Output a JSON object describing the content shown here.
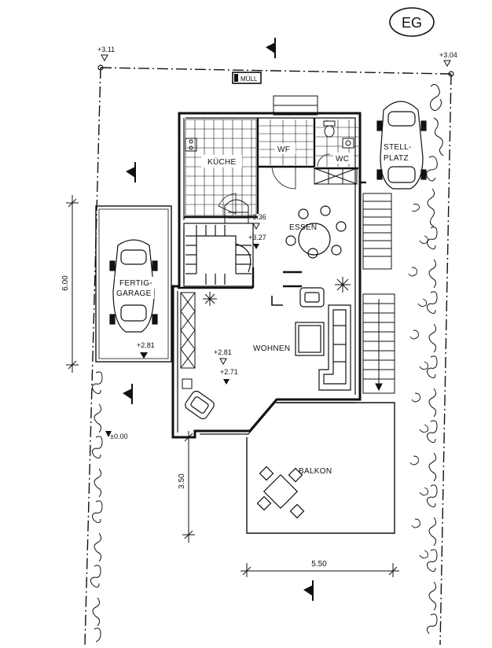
{
  "floor_badge": "EG",
  "levels": {
    "corner_left": "+3.11",
    "corner_right": "+3.04",
    "kitchen_a": "+3.36",
    "kitchen_b": "+3.27",
    "garage": "+2.81",
    "living_a": "+2.81",
    "living_b": "+2.71",
    "ground": "±0.00"
  },
  "labels": {
    "muell": "MÜLL",
    "kueche": "KÜCHE",
    "wf": "WF",
    "wc": "WC",
    "essen": "ESSEN",
    "wohnen": "WOHNEN",
    "balkon": "BALKON",
    "garage_1": "FERTIG-",
    "garage_2": "GARAGE",
    "stell_1": "STELL-",
    "stell_2": "PLATZ"
  },
  "dimensions": {
    "vertical_left": "6.00",
    "vertical_lower": "3.50",
    "horizontal_bottom": "5.50"
  }
}
